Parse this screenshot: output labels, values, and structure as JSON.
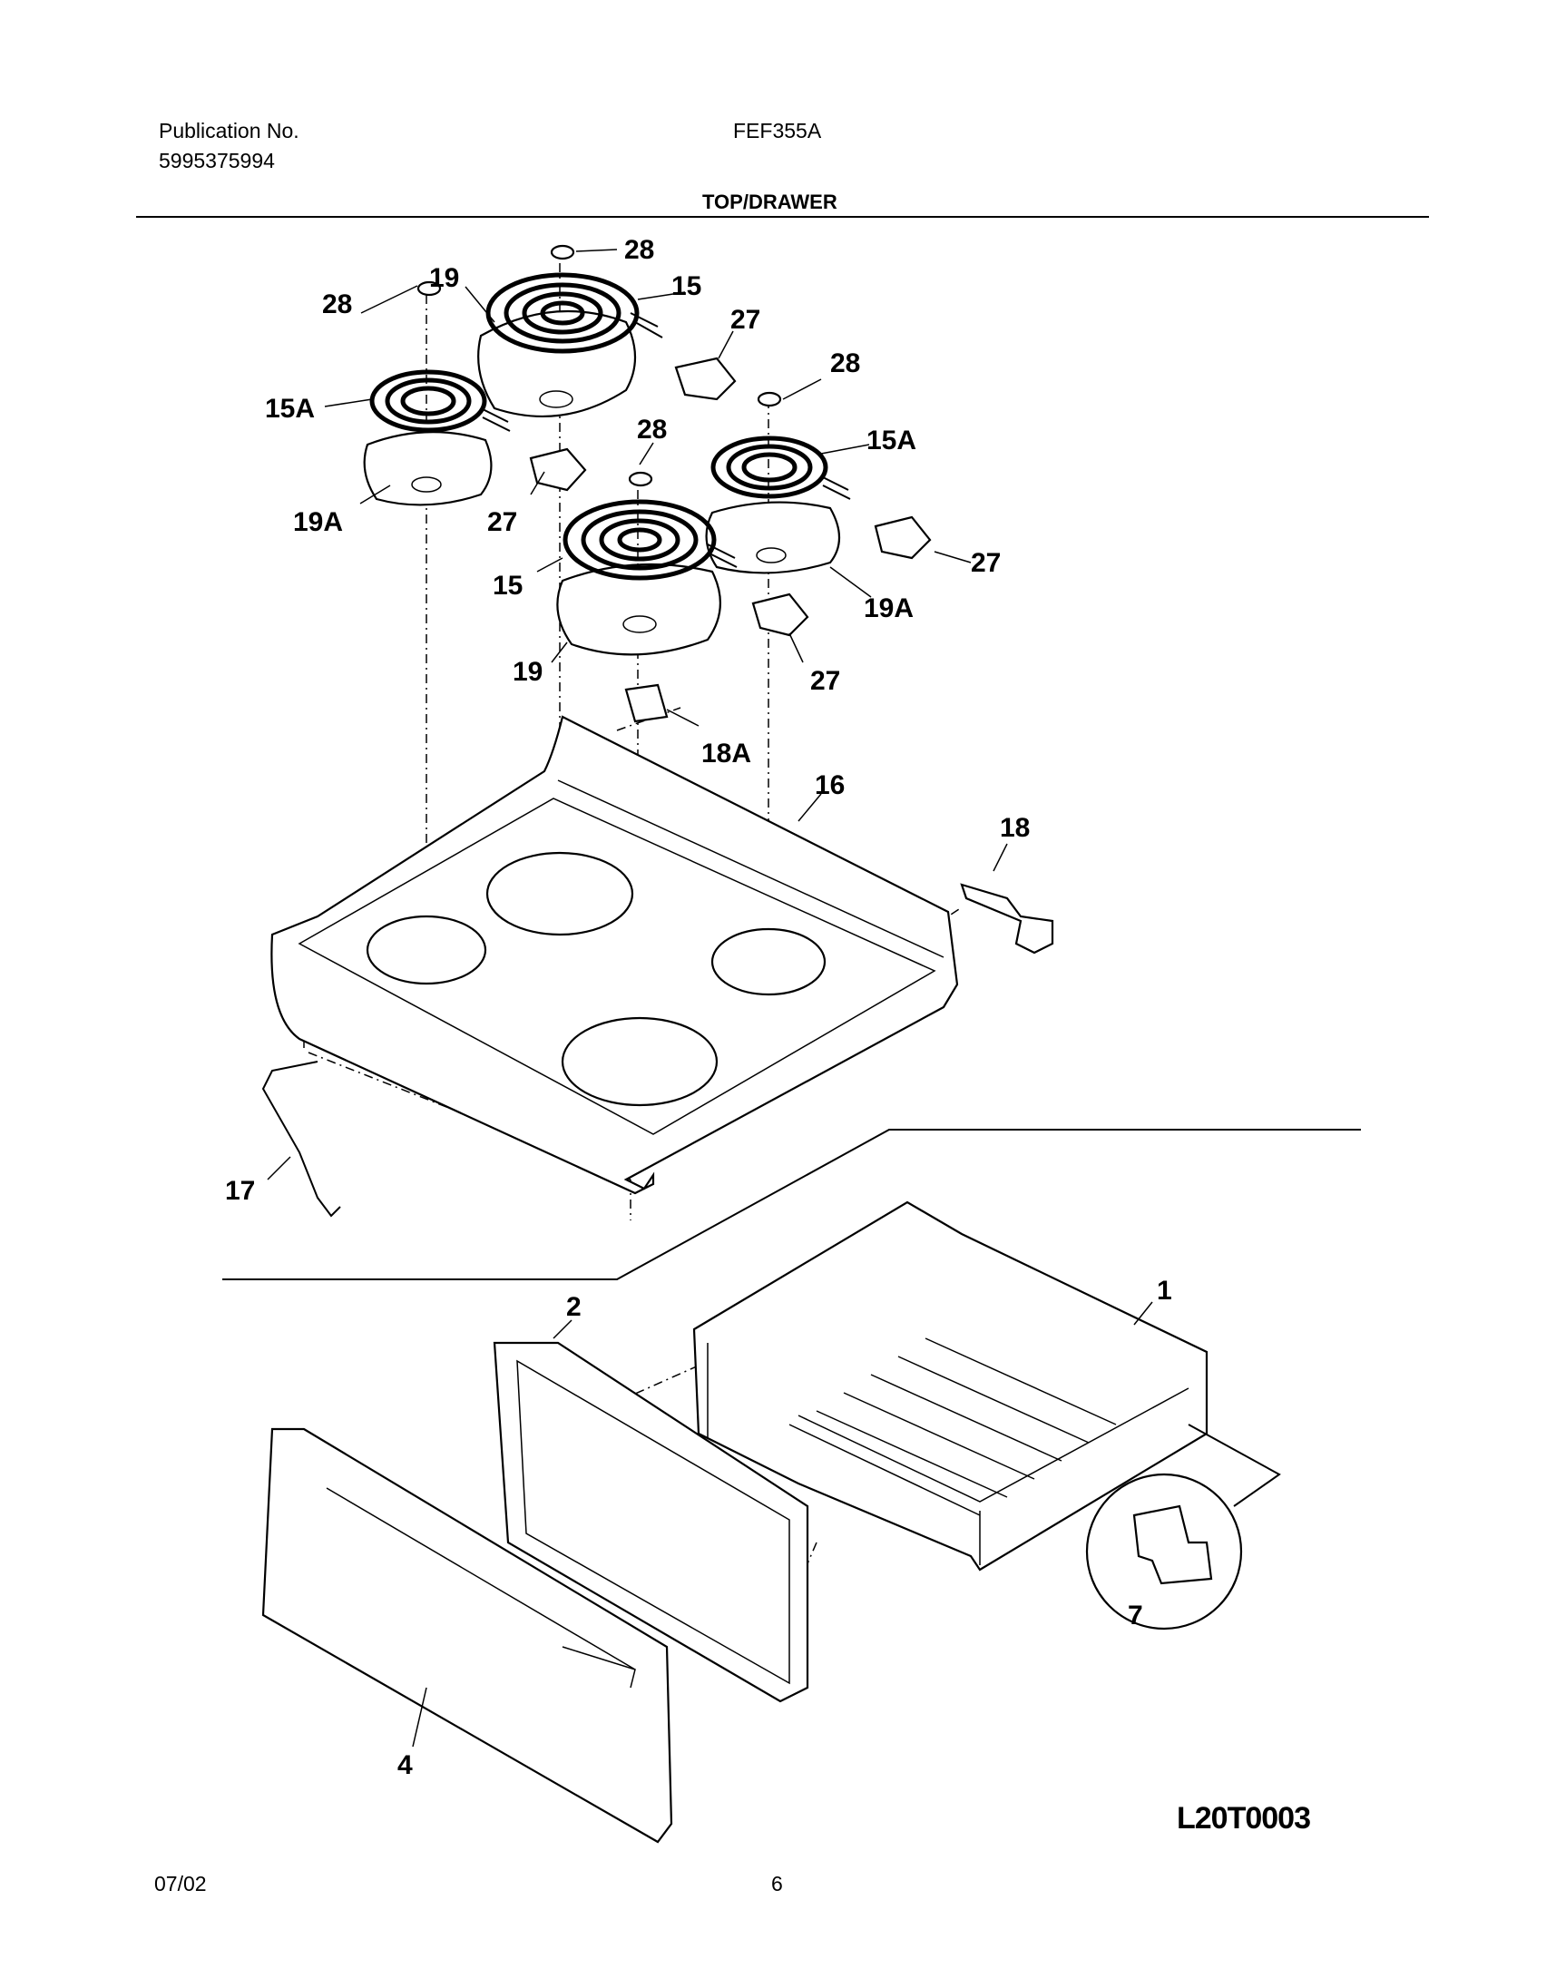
{
  "header": {
    "publication_label": "Publication No.",
    "publication_number": "5995375994",
    "model": "FEF355A",
    "section_title": "TOP/DRAWER"
  },
  "callouts": [
    "28",
    "28",
    "28",
    "28",
    "19",
    "15",
    "27",
    "15A",
    "15A",
    "19A",
    "27",
    "15",
    "19A",
    "27",
    "19",
    "27",
    "18A",
    "16",
    "18",
    "17",
    "2",
    "1",
    "7",
    "4"
  ],
  "drawing_code": "L20T0003",
  "footer": {
    "date": "07/02",
    "page": "6"
  }
}
